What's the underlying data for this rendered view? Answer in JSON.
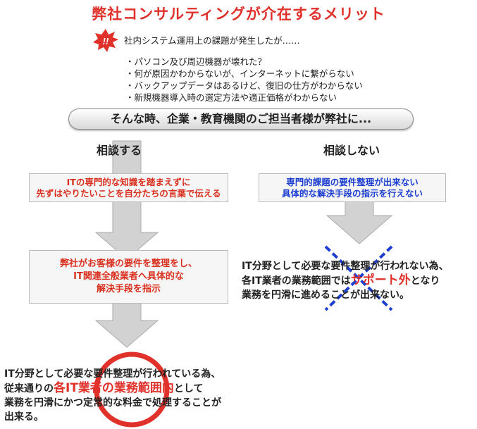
{
  "title": "弊社コンサルティングが介在するメリット",
  "alert": {
    "icon": "exclamation-burst-icon",
    "symbol": "!!",
    "color": "#e0322b"
  },
  "intro": "社内システム運用上の課題が発生したが……",
  "problems": [
    "パソコン及び周辺機器が壊れた？",
    "何が原因かわからないが、インターネットに繋がらない",
    "バックアップデータはあるけど、復旧の仕方がわからない",
    "新規機器導入時の選定方法や適正価格がわからない"
  ],
  "banner": "そんな時、企業・教育機関のご担当者様が弊社に...",
  "columns": {
    "consult": {
      "heading": "相談する",
      "step1": [
        "ITの専門的な知識を踏まえずに",
        "先ずはやりたいことを自分たちの言葉で伝える"
      ],
      "step2": [
        "弊社がお客様の要件を整理をし、",
        "IT関連全般業者へ具体的な",
        "解決手段を指示"
      ],
      "result": {
        "line1": "IT分野として必要な要件整理が行われている為、",
        "line2_pre": "従来通りの",
        "line2_hl": "各IT業者の業務範囲内",
        "line2_post": "として",
        "line3": "業務を円滑にかつ定常的な料金で処理することが",
        "line4": "出来る。"
      }
    },
    "no_consult": {
      "heading": "相談しない",
      "step1": [
        "専門的課題の要件整理が出来ない",
        "具体的な解決手段の指示を行えない"
      ],
      "result": {
        "line1": "IT分野として必要な要件整理が行われない為、",
        "line2_pre": "各IT業者の業務範囲では",
        "line2_hl": "サポート外",
        "line2_post": "となり",
        "line3": "業務を円滑に進めることが出来ない。"
      }
    }
  },
  "colors": {
    "accent_red": "#e0322b",
    "accent_blue": "#1d3fd1",
    "arrow_gray": "#cfcfcf"
  }
}
